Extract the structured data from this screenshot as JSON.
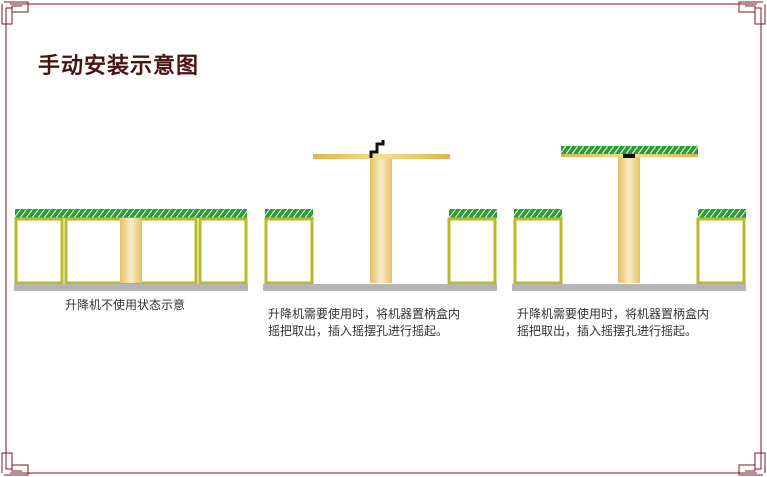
{
  "title": "手动安装示意图",
  "colors": {
    "frame": "#7a1a1f",
    "title": "#4a1212",
    "lift_body_light": "#f9ecc8",
    "lift_body_dark": "#e3c163",
    "cabinet_frame": "#b8ba2a",
    "floor_plate": "#b5b5b5",
    "green_pattern": "#2e9a40"
  },
  "diagrams": [
    {
      "state": "retracted",
      "caption": [
        "升降机不使用状态示意"
      ]
    },
    {
      "state": "lifting-with-crank",
      "caption": [
        "升降机需要使用时，将机器置柄盒内",
        "摇把取出，插入摇摆孔进行摇起。"
      ]
    },
    {
      "state": "raised",
      "caption": [
        "升降机需要使用时，将机器置柄盒内",
        "摇把取出，插入摇摆孔进行摇起。"
      ]
    }
  ]
}
